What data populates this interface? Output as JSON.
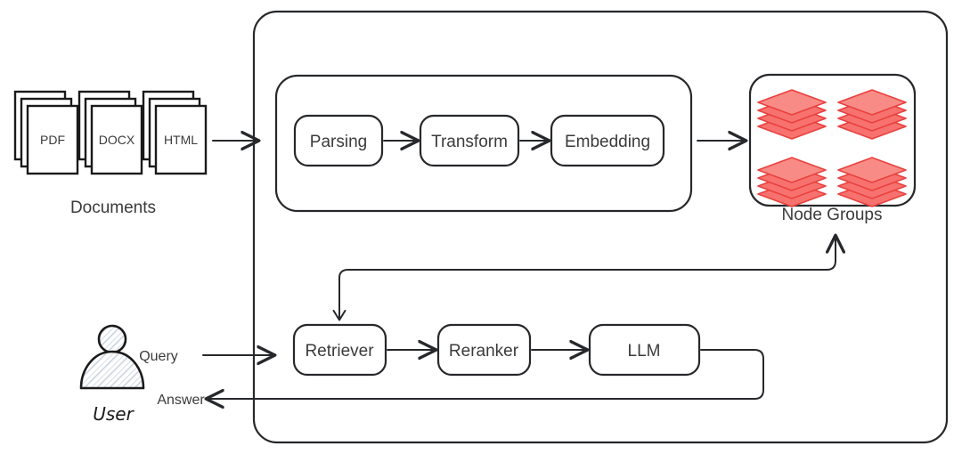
{
  "diagram": {
    "title": "RAG pipeline architecture diagram",
    "colors": {
      "stroke": "#26282b",
      "text": "#3b3b3b",
      "node_fill": "#f7726f",
      "node_stroke": "#e8413e",
      "background": "#ffffff"
    },
    "documents": {
      "caption": "Documents",
      "items": [
        {
          "label": "PDF"
        },
        {
          "label": "DOCX"
        },
        {
          "label": "HTML"
        }
      ]
    },
    "ingestion_pipeline": {
      "steps": [
        {
          "label": "Parsing"
        },
        {
          "label": "Transform"
        },
        {
          "label": "Embedding"
        }
      ]
    },
    "node_groups": {
      "caption": "Node Groups",
      "stack_count": 4,
      "layers_per_stack": 4
    },
    "retrieval_pipeline": {
      "steps": [
        {
          "label": "Retriever"
        },
        {
          "label": "Reranker"
        },
        {
          "label": "LLM"
        }
      ]
    },
    "user": {
      "label": "User",
      "icon": "person-icon"
    },
    "edges": [
      {
        "label": "Query",
        "from": "user",
        "to": "retriever"
      },
      {
        "label": "Answer",
        "from": "llm",
        "to": "user"
      }
    ]
  }
}
